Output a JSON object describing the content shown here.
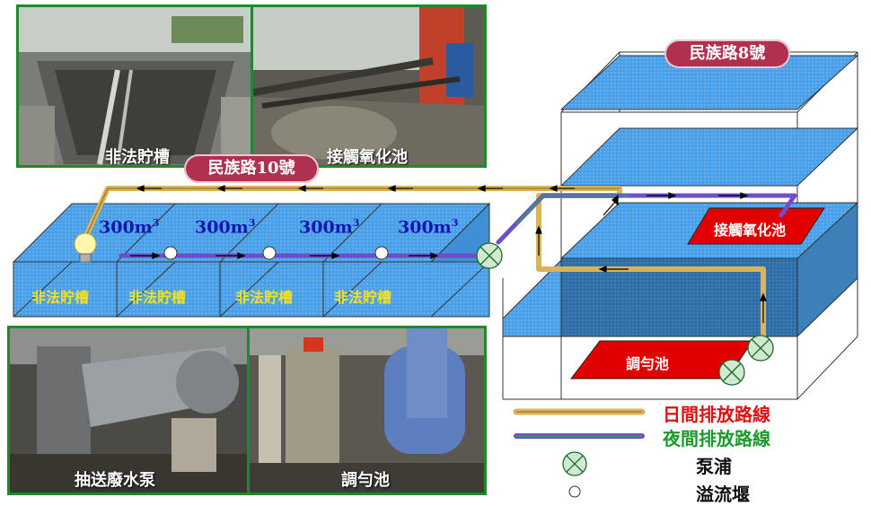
{
  "photos": {
    "illegal_tank": {
      "caption": "非法貯槽"
    },
    "contact_oxidation": {
      "caption": "接觸氧化池"
    },
    "pump": {
      "caption": "抽送廢水泵"
    },
    "equalization": {
      "caption": "調勻池"
    }
  },
  "locations": {
    "road10": "民族路10號",
    "road8": "民族路8號"
  },
  "tanks": [
    {
      "label": "非法貯槽",
      "volume": "300m",
      "exp": "3"
    },
    {
      "label": "非法貯槽",
      "volume": "300m",
      "exp": "3"
    },
    {
      "label": "非法貯槽",
      "volume": "300m",
      "exp": "3"
    },
    {
      "label": "非法貯槽",
      "volume": "300m",
      "exp": "3"
    }
  ],
  "building": {
    "contact_oxidation": "接觸氧化池",
    "equalization": "調勻池"
  },
  "legend": {
    "day": "日間排放路線",
    "night": "夜間排放路線",
    "pump": "泵浦",
    "weir": "溢流堰"
  },
  "colors": {
    "day_route": "#d9b45a",
    "night_route": "#6e4fc9",
    "tank_blue": "#4aa0e8",
    "red_pool": "#e00000",
    "legend_day": "#e01010",
    "legend_night": "#1a9a2a",
    "frame_green": "#1e8a2e"
  },
  "icons": [
    "pump-icon",
    "weir-icon",
    "light-bulb-icon",
    "arrow-icon"
  ]
}
